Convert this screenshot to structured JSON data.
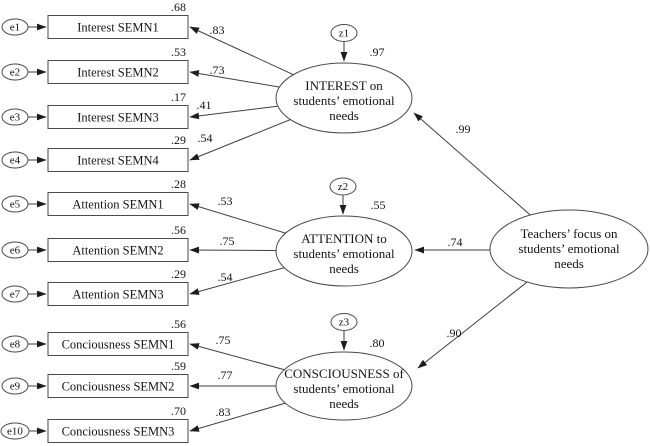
{
  "model": {
    "indicators": [
      {
        "error": "e1",
        "label": "Interest SEMN1",
        "r2": ".68",
        "loading": ".83"
      },
      {
        "error": "e2",
        "label": "Interest SEMN2",
        "r2": ".53",
        "loading": ".73"
      },
      {
        "error": "e3",
        "label": "Interest SEMN3",
        "r2": ".17",
        "loading": ".41"
      },
      {
        "error": "e4",
        "label": "Interest SEMN4",
        "r2": ".29",
        "loading": ".54"
      },
      {
        "error": "e5",
        "label": "Attention SEMN1",
        "r2": ".28",
        "loading": ".53"
      },
      {
        "error": "e6",
        "label": "Attention SEMN2",
        "r2": ".56",
        "loading": ".75"
      },
      {
        "error": "e7",
        "label": "Attention SEMN3",
        "r2": ".29",
        "loading": ".54"
      },
      {
        "error": "e8",
        "label": "Conciousness SEMN1",
        "r2": ".56",
        "loading": ".75"
      },
      {
        "error": "e9",
        "label": "Conciousness SEMN2",
        "r2": ".59",
        "loading": ".77"
      },
      {
        "error": "e10",
        "label": "Conciousness SEMN3",
        "r2": ".70",
        "loading": ".83"
      }
    ],
    "factors": [
      {
        "disturbance": "z1",
        "variance": ".97",
        "structural_loading": ".99",
        "name_lines": [
          "INTEREST on",
          "students’ emotional",
          "needs"
        ]
      },
      {
        "disturbance": "z2",
        "variance": ".55",
        "structural_loading": ".74",
        "name_lines": [
          "ATTENTION to",
          "students’ emotional",
          "needs"
        ]
      },
      {
        "disturbance": "z3",
        "variance": ".80",
        "structural_loading": ".90",
        "name_lines": [
          "CONSCIOUSNESS of",
          "students’ emotional",
          "needs"
        ]
      }
    ],
    "second_order_factor": {
      "name_lines": [
        "Teachers’ focus on",
        "students’ emotional",
        "needs"
      ]
    }
  },
  "colors": {
    "stroke": "#3f3f3f",
    "text": "#141414",
    "background": "#ffffff"
  }
}
